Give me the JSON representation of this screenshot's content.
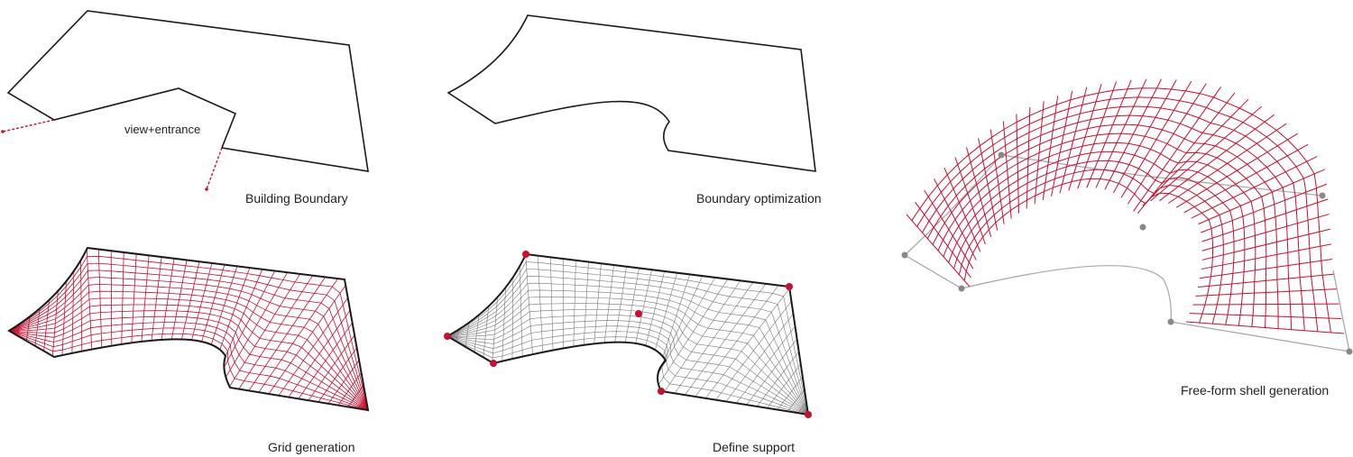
{
  "colors": {
    "accent": "#c8102e",
    "outline": "#1a1a1a",
    "mesh_gray": "#777777",
    "support_gray": "#8a8a8a"
  },
  "panels": {
    "building_boundary": {
      "title": "Building Boundary",
      "annotation": "view+entrance"
    },
    "boundary_optimization": {
      "title": "Boundary optimization"
    },
    "grid_generation": {
      "title": "Grid generation"
    },
    "define_support": {
      "title": "Define support"
    },
    "shell_generation": {
      "title": "Free-form shell generation"
    }
  }
}
